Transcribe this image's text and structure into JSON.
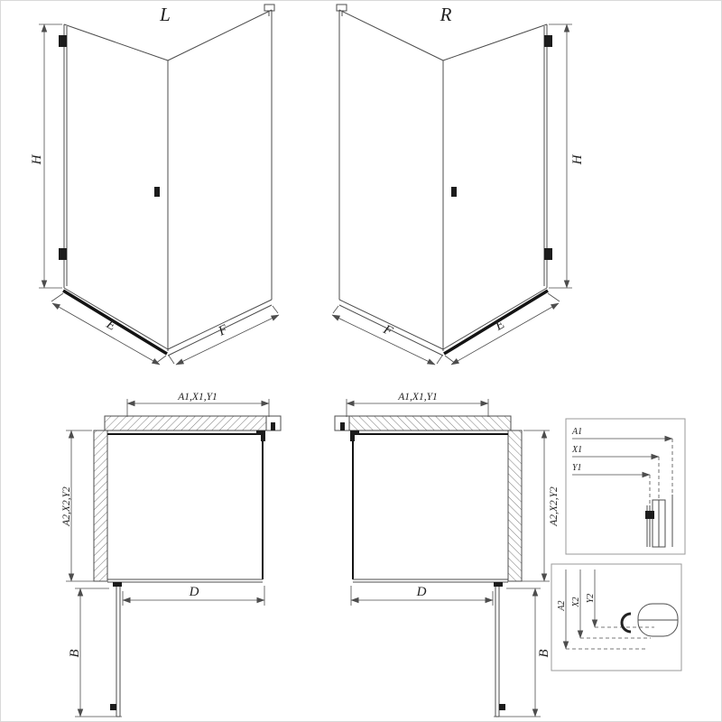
{
  "colors": {
    "line": "#4d4d4d",
    "dark": "#141414",
    "text": "#1f1f1f",
    "background": "#ffffff"
  },
  "views": {
    "iso_left": {
      "variant_label": "L",
      "height_dim": "H",
      "door_edge_dim": "E",
      "side_edge_dim": "F"
    },
    "iso_right": {
      "variant_label": "R",
      "height_dim": "H",
      "side_edge_dim": "F",
      "door_edge_dim": "E"
    },
    "plan_left": {
      "width_dim": "A1,X1,Y1",
      "depth_dim": "A2,X2,Y2",
      "opening_dim": "D",
      "door_projection_dim": "B"
    },
    "plan_right": {
      "width_dim": "A1,X1,Y1",
      "depth_dim": "A2,X2,Y2",
      "opening_dim": "D",
      "door_projection_dim": "B"
    },
    "detail_width_dims": {
      "labels": [
        "A1",
        "X1",
        "Y1"
      ]
    },
    "detail_depth_dims": {
      "labels": [
        "A2",
        "X2",
        "Y2"
      ]
    }
  }
}
